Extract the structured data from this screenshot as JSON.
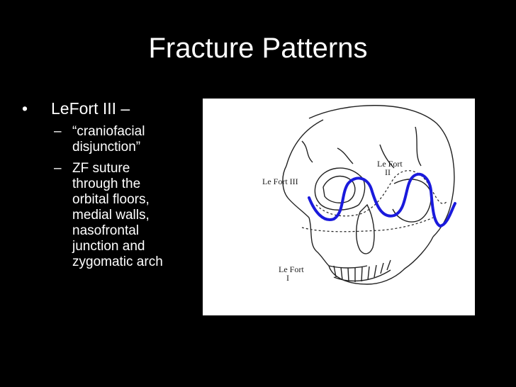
{
  "slide": {
    "title": "Fracture Patterns",
    "bullet_marker": "•",
    "sub_marker": "–",
    "main_bullet": "LeFort III –",
    "sub_bullets": [
      "“craniofacial\ndisjunction”",
      "ZF suture\nthrough the\norbital floors,\nmedial walls,\nnasofrontal\njunction and\nzygomatic arch"
    ]
  },
  "figure": {
    "label_lefort_3": "Le Fort III",
    "label_lefort_2_line1": "Le Fort",
    "label_lefort_2_line2": "II",
    "label_lefort_1_line1": "Le Fort",
    "label_lefort_1_line2": "I",
    "fracture_line_color": "#1a1adc"
  }
}
